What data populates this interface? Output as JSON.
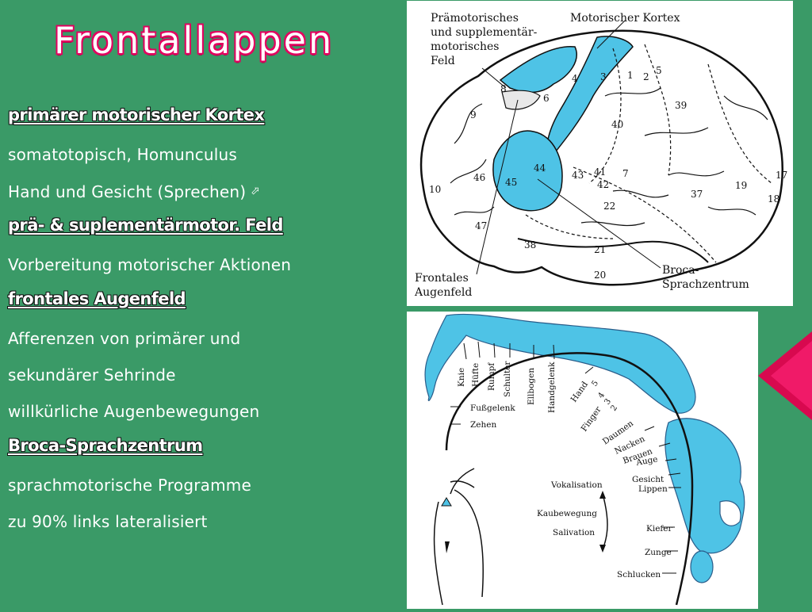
{
  "title": "Frontallappen",
  "sections": [
    {
      "heading": "primärer motorischer Kortex",
      "lines": [
        "somatotopisch, Homunculus",
        "Hand und Gesicht (Sprechen)"
      ]
    },
    {
      "heading": "prä- & suplementärmotor. Feld",
      "lines": [
        "Vorbereitung motorischer Aktionen"
      ]
    },
    {
      "heading": "frontales Augenfeld",
      "lines": [
        "Afferenzen von primärer und",
        "sekundärer Sehrinde",
        "willkürliche Augenbewegungen"
      ]
    },
    {
      "heading": "Broca-Sprachzentrum",
      "lines": [
        "sprachmotorische Programme",
        "zu 90% links lateralisiert"
      ]
    }
  ],
  "link_icon": "link-arrow-icon",
  "brain_diagram": {
    "labels": {
      "premotor_line1": "Prämotorisches",
      "premotor_line2": "und supplementär-",
      "premotor_line3": "motorisches",
      "premotor_line4": "Feld",
      "motor_cortex": "Motorischer Kortex",
      "frontal_eye_line1": "Frontales",
      "frontal_eye_line2": "Augenfeld",
      "broca_line1": "Broca-",
      "broca_line2": "Sprachzentrum"
    },
    "areas": [
      "8",
      "9",
      "6",
      "4",
      "3",
      "1",
      "2",
      "5",
      "7",
      "39",
      "40",
      "46",
      "44",
      "45",
      "43",
      "41",
      "42",
      "10",
      "47",
      "38",
      "22",
      "21",
      "20",
      "37",
      "19",
      "18",
      "17"
    ]
  },
  "homunculus_diagram": {
    "labels": {
      "knie": "Knie",
      "huefte": "Hüfte",
      "rumpf": "Rumpf",
      "schulter": "Schulter",
      "ellbogen": "Ellbogen",
      "handgelenk": "Handgelenk",
      "hand": "Hand",
      "finger": "Finger",
      "f5": "5",
      "f4": "4",
      "f3": "3",
      "f2": "2",
      "daumen": "Daumen",
      "nacken": "Nacken",
      "brauen": "Brauen",
      "auge": "Auge",
      "gesicht": "Gesicht",
      "lippen": "Lippen",
      "fussgelenk": "Fußgelenk",
      "zehen": "Zehen",
      "vokalisation": "Vokalisation",
      "kaubewegung": "Kaubewegung",
      "salivation": "Salivation",
      "kiefer": "Kiefer",
      "zunge": "Zunge",
      "schlucken": "Schlucken"
    }
  },
  "colors": {
    "background": "#3a9a67",
    "highlight_blue": "#4ec3e6",
    "accent_magenta": "#d8094f",
    "title_outline": "#e3005f"
  }
}
